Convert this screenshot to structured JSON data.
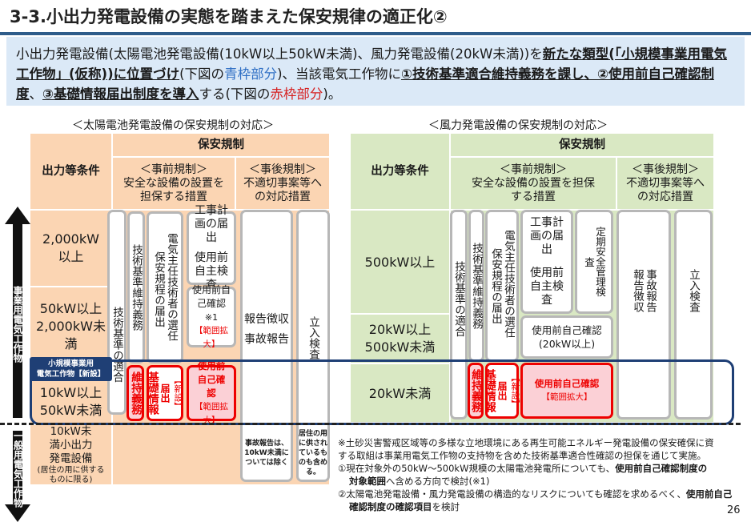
{
  "title": "3-3.小出力発電設備の実態を踏まえた保安規律の適正化②",
  "intro": {
    "p1": "小出力発電設備(太陽電池発電設備(10kW以上50kW未満)、風力発電設備(20kW未満))を",
    "p2": "新たな類型(「小規模事業用電気工作物」(仮称))に位置づけ",
    "p3": "(下図の",
    "p4": "青枠部分",
    "p5": ")、当該電気工作物に",
    "p6": "①技術基準適合維持義務を課し、②使用前自己確認制度",
    "p7": "、",
    "p8": "③基礎情報届出制度を導入",
    "p9": "する(下図の",
    "p10": "赤枠部分",
    "p11": ")。"
  },
  "solar": {
    "caption": "＜太陽電池発電設備の保安規制の対応＞",
    "output_label": "出力等条件",
    "hoan": "保安規制",
    "jizen_title": "＜事前規制＞",
    "jizen_sub": "安全な設備の設置を担保する措置",
    "jigo_title": "＜事後規制＞",
    "jigo_sub": "不適切事案等への対応措置",
    "rows": [
      "2,000kW以上",
      "50kW以上2,000kW未満",
      "10kW以上50kW未満"
    ],
    "small_row": "10kW未満小出力発電設備",
    "small_row_note": "(居住の用に供するものに限る)",
    "gijutsu_tekigo": "技術基準の適合",
    "gijutsu_iji": "技術基準維持義務",
    "denki_shunin": "電気主任技術者の選任",
    "hoan_kitei": "保安規程の届出",
    "koji": "工事計画の届出",
    "shiyoumae_jishu": "使用前自主検査",
    "shiyoumae_kakunin": "使用前自己確認",
    "kome1": "※1",
    "hani": "【範囲拡大】",
    "houkoku": "報告徴収",
    "jiko": "事故報告",
    "tachiiri": "立入検査",
    "iji_gimu": "維持義務",
    "shinsetsu": "【新設】",
    "todokede": "届出",
    "kiso": "基礎情報",
    "shiyoumae_red": "使用前自己確認",
    "note_jiko": "事故報告は、10kW未満については除く",
    "note_kyoju": "居住の用に供されているものも含める。"
  },
  "wind": {
    "caption": "＜風力発電設備の保安規制の対応＞",
    "output_label": "出力等条件",
    "hoan": "保安規制",
    "jizen_title": "＜事前規制＞",
    "jizen_sub": "安全な設備の設置を担保する措置",
    "jigo_title": "＜事後規制＞",
    "jigo_sub": "不適切事案等への対応措置",
    "rows": [
      "500kW以上",
      "20kW以上500kW未満",
      "20kW未満"
    ],
    "gijutsu_tekigo": "技術基準の適合",
    "gijutsu_iji": "技術基準維持義務",
    "denki_shunin": "電気主任技術者の選任",
    "hoan_kitei": "保安規程の届出",
    "koji": "工事計画の届出",
    "shiyoumae_jishu": "使用前自主検査",
    "teiki": "定期安全管理検査",
    "shiyoumae_kakunin": "使用前自己確認",
    "kakunin_sub": "(20kW以上)",
    "houkoku": "報告徴収",
    "jiko": "事故報告",
    "tachiiri": "立入検査",
    "iji_gimu": "維持義務",
    "shinsetsu": "【新設】",
    "todokede": "届出",
    "kiso": "基礎情報",
    "shiyoumae_red": "使用前自己確認",
    "hani": "【範囲拡大】"
  },
  "side": {
    "jigyo": "事業用電気工作物",
    "ippan": "一般用電気工作物",
    "shokibo_line1": "小規模事業用",
    "shokibo_line2": "電気工作物【新設】"
  },
  "notes": {
    "n0a": "※土砂災害警戒区域等の多様な立地環境にある再生可能エネルギー発電設備の保安確保に資",
    "n0b": "する取組は事業用電気工作物の支持物を含めた技術基準適合性確認の担保を通じて実施。",
    "n1a": "①現在対象外の50kW～500kW規模の太陽電池発電所についても、",
    "n1b": "使用前自己確認制度の",
    "n1c": "対象範囲",
    "n1d": "へ含める方向で検討(※1)",
    "n2a": "②太陽電池発電設備・風力発電設備の構造的なリスクについても確認を求めるべく、",
    "n2b": "使用前自己",
    "n2c": "確認制度の確認項目",
    "n2d": "を検討"
  },
  "page_number": "26",
  "colors": {
    "accent": "#2e5c8a",
    "red": "#e00000",
    "blue_frame": "#1f3f75",
    "peach": "#fbd5b3",
    "green": "#d9e8c3"
  }
}
